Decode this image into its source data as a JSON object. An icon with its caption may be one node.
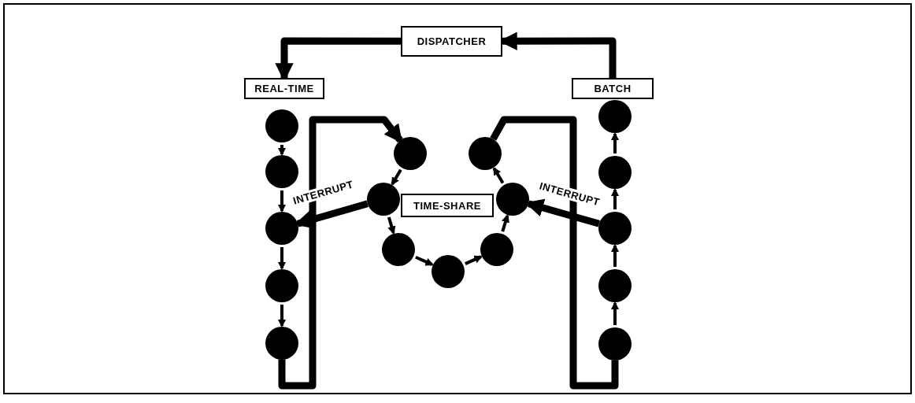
{
  "diagram": {
    "nodes": [
      {
        "text": [
          "DISPATCHER"
        ]
      },
      {
        "text": [
          "REAL-TIME"
        ]
      },
      {
        "text": [
          "BATCH"
        ]
      },
      {
        "text": [
          "TIME-SHARE"
        ]
      },
      {
        "text": [],
        "shape": "circle"
      },
      {
        "text": [],
        "shape": "circle"
      },
      {
        "text": [],
        "shape": "circle"
      },
      {
        "text": [],
        "shape": "circle"
      },
      {
        "text": [],
        "shape": "circle"
      },
      {
        "text": [],
        "shape": "circle"
      },
      {
        "text": [],
        "shape": "circle"
      },
      {
        "text": [],
        "shape": "circle"
      },
      {
        "text": [],
        "shape": "circle"
      },
      {
        "text": [],
        "shape": "circle"
      },
      {
        "text": [],
        "shape": "circle"
      },
      {
        "text": [],
        "shape": "circle"
      },
      {
        "text": [],
        "shape": "circle"
      },
      {
        "text": [],
        "shape": "circle"
      },
      {
        "text": [],
        "shape": "circle"
      },
      {
        "text": [],
        "shape": "circle"
      },
      {
        "text": [],
        "shape": "circle"
      }
    ],
    "edges": [
      {
        "from": 2,
        "to": 0,
        "arrow": "to",
        "style": "thick"
      },
      {
        "from": 0,
        "to": 1,
        "arrow": "to",
        "style": "thick"
      },
      {
        "from": 4,
        "to": 5,
        "arrow": "to"
      },
      {
        "from": 5,
        "to": 6,
        "arrow": "to"
      },
      {
        "from": 6,
        "to": 7,
        "arrow": "to"
      },
      {
        "from": 7,
        "to": 8,
        "arrow": "to"
      },
      {
        "from": 8,
        "to": 9,
        "arrow": "to",
        "style": "thick"
      },
      {
        "from": 9,
        "to": 10,
        "arrow": "to"
      },
      {
        "from": 10,
        "to": 11,
        "arrow": "to"
      },
      {
        "from": 11,
        "to": 12,
        "arrow": "to"
      },
      {
        "from": 12,
        "to": 13,
        "arrow": "to"
      },
      {
        "from": 13,
        "to": 14,
        "arrow": "to"
      },
      {
        "from": 14,
        "to": 15,
        "arrow": "to"
      },
      {
        "from": 15,
        "to": 20,
        "arrow": "none",
        "style": "thick"
      },
      {
        "from": 20,
        "to": 19,
        "arrow": "to"
      },
      {
        "from": 19,
        "to": 18,
        "arrow": "to"
      },
      {
        "from": 18,
        "to": 17,
        "arrow": "to"
      },
      {
        "from": 17,
        "to": 16,
        "arrow": "to"
      },
      {
        "from": 10,
        "to": 6,
        "arrow": "to",
        "style": "thick",
        "label": "INTERRUPT"
      },
      {
        "from": 18,
        "to": 14,
        "arrow": "to",
        "style": "thick",
        "label": "INTERRUPT"
      }
    ]
  }
}
